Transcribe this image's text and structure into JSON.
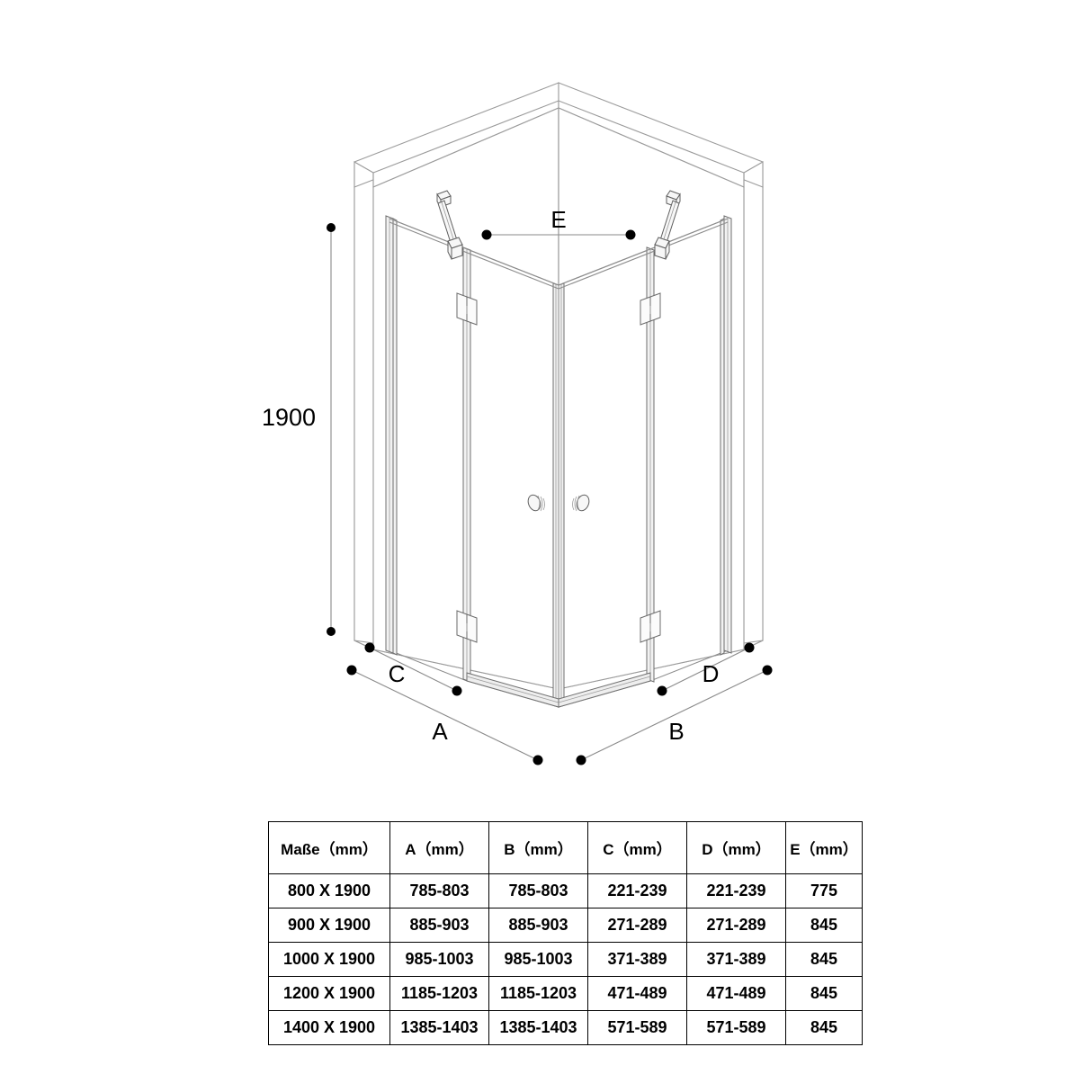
{
  "drawing": {
    "title": "corner-entry shower enclosure isometric",
    "height_dimension": "1900",
    "labels": {
      "A": "A",
      "B": "B",
      "C": "C",
      "D": "D",
      "E": "E"
    },
    "line_color": "#808080",
    "hardware_color": "#9a9a9a",
    "dot_color": "#000000"
  },
  "table": {
    "headers": [
      "Maße（mm）",
      "A（mm）",
      "B（mm）",
      "C（mm）",
      "D（mm）",
      "E（mm）"
    ],
    "rows": [
      [
        "800 X 1900",
        "785-803",
        "785-803",
        "221-239",
        "221-239",
        "775"
      ],
      [
        "900 X 1900",
        "885-903",
        "885-903",
        "271-289",
        "271-289",
        "845"
      ],
      [
        "1000 X 1900",
        "985-1003",
        "985-1003",
        "371-389",
        "371-389",
        "845"
      ],
      [
        "1200 X 1900",
        "1185-1203",
        "1185-1203",
        "471-489",
        "471-489",
        "845"
      ],
      [
        "1400 X 1900",
        "1385-1403",
        "1385-1403",
        "571-589",
        "571-589",
        "845"
      ]
    ]
  }
}
